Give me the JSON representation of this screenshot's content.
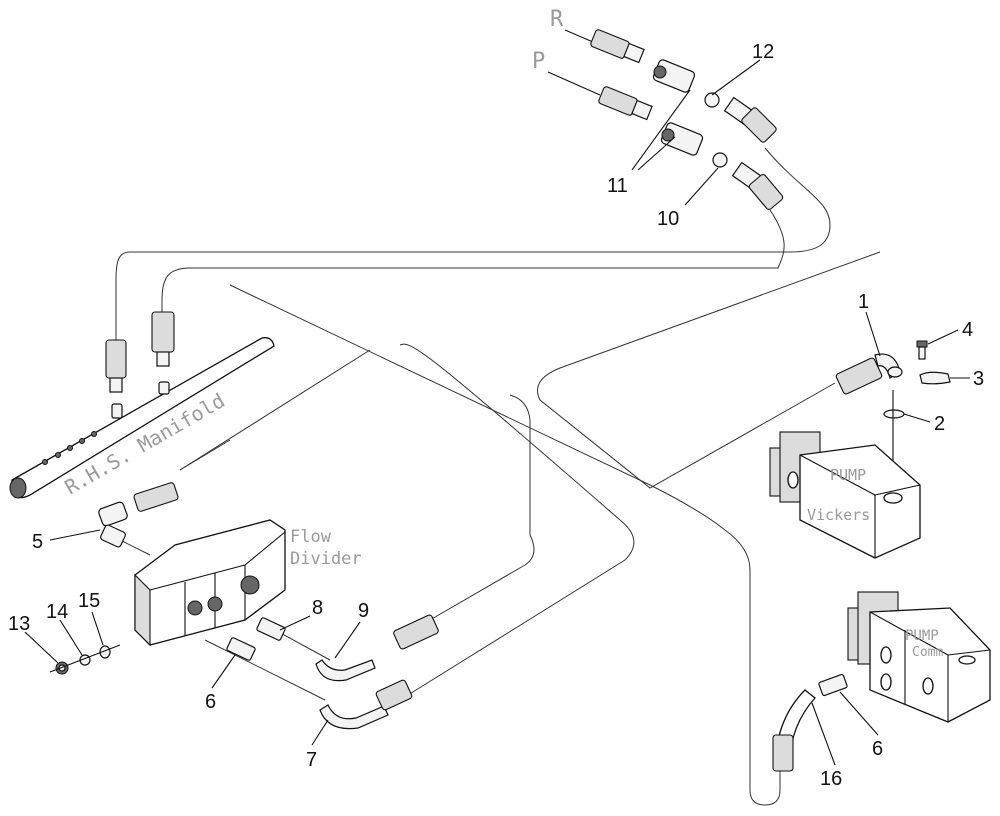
{
  "labels": {
    "item_1": "1",
    "item_2": "2",
    "item_3": "3",
    "item_4": "4",
    "item_5": "5",
    "item_6a": "6",
    "item_6b": "6",
    "item_7": "7",
    "item_8": "8",
    "item_9": "9",
    "item_10": "10",
    "item_11": "11",
    "item_12": "12",
    "item_13": "13",
    "item_14": "14",
    "item_15": "15",
    "item_16": "16"
  },
  "component_text": {
    "return_port": "R",
    "pressure_port": "P",
    "manifold": "R.H.S. Manifold",
    "flow_divider_line1": "Flow",
    "flow_divider_line2": "Divider",
    "pump_vickers_line1": "PUMP",
    "pump_vickers_line2": "Vickers",
    "pump_comm_line1": "PUMP",
    "pump_comm_line2": "Comm"
  }
}
